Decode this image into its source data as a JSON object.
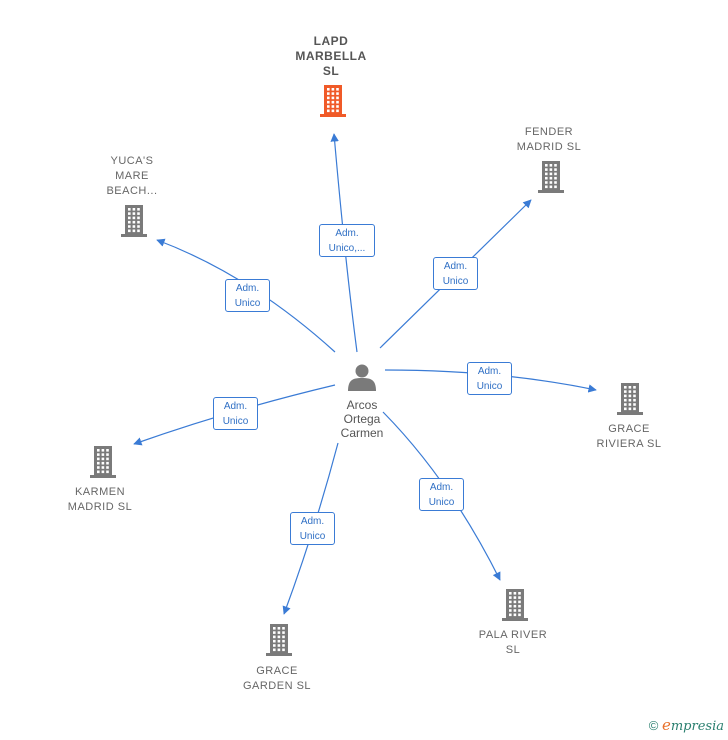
{
  "center": {
    "name": "Arcos\nOrtega\nCarmen",
    "icon": "person-icon"
  },
  "companies": [
    {
      "id": "lapd",
      "name": "LAPD\nMARBELLA\nSL",
      "highlight": true,
      "relation": "Adm.\nUnico,...",
      "icon": "building-icon"
    },
    {
      "id": "yucas",
      "name": "YUCA'S\nMARE\nBEACH...",
      "highlight": false,
      "relation": "Adm.\nUnico",
      "icon": "building-icon"
    },
    {
      "id": "fender",
      "name": "FENDER\nMADRID  SL",
      "highlight": false,
      "relation": "Adm.\nUnico",
      "icon": "building-icon"
    },
    {
      "id": "grace-r",
      "name": "GRACE\nRIVIERA  SL",
      "highlight": false,
      "relation": "Adm.\nUnico",
      "icon": "building-icon"
    },
    {
      "id": "karmen",
      "name": "KARMEN\nMADRID  SL",
      "highlight": false,
      "relation": "Adm.\nUnico",
      "icon": "building-icon"
    },
    {
      "id": "grace-g",
      "name": "GRACE\nGARDEN  SL",
      "highlight": false,
      "relation": "Adm.\nUnico",
      "icon": "building-icon"
    },
    {
      "id": "pala",
      "name": "PALA RIVER\nSL",
      "highlight": false,
      "relation": "Adm.\nUnico",
      "icon": "building-icon"
    }
  ],
  "colors": {
    "edge": "#3a7bd5",
    "building": "#7a7a7a",
    "highlight": "#f05a28",
    "person": "#7a7a7a"
  },
  "footer": {
    "copyright": "©",
    "brand_initial": "e",
    "brand_rest": "mpresia"
  }
}
